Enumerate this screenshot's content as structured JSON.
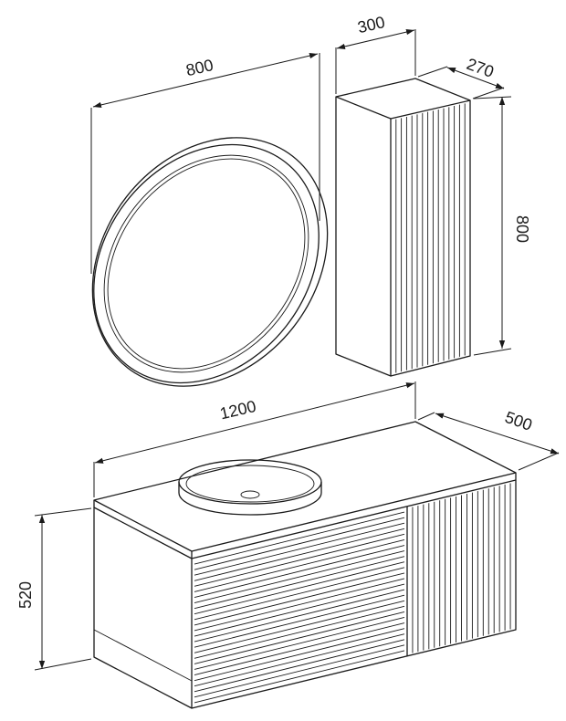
{
  "dimensions": {
    "mirror_width": "800",
    "cabinet_width": "300",
    "cabinet_depth": "270",
    "cabinet_height": "800",
    "vanity_width": "1200",
    "vanity_depth": "500",
    "vanity_height": "520"
  },
  "colors": {
    "line": "#1a1a1a",
    "background": "#ffffff"
  }
}
